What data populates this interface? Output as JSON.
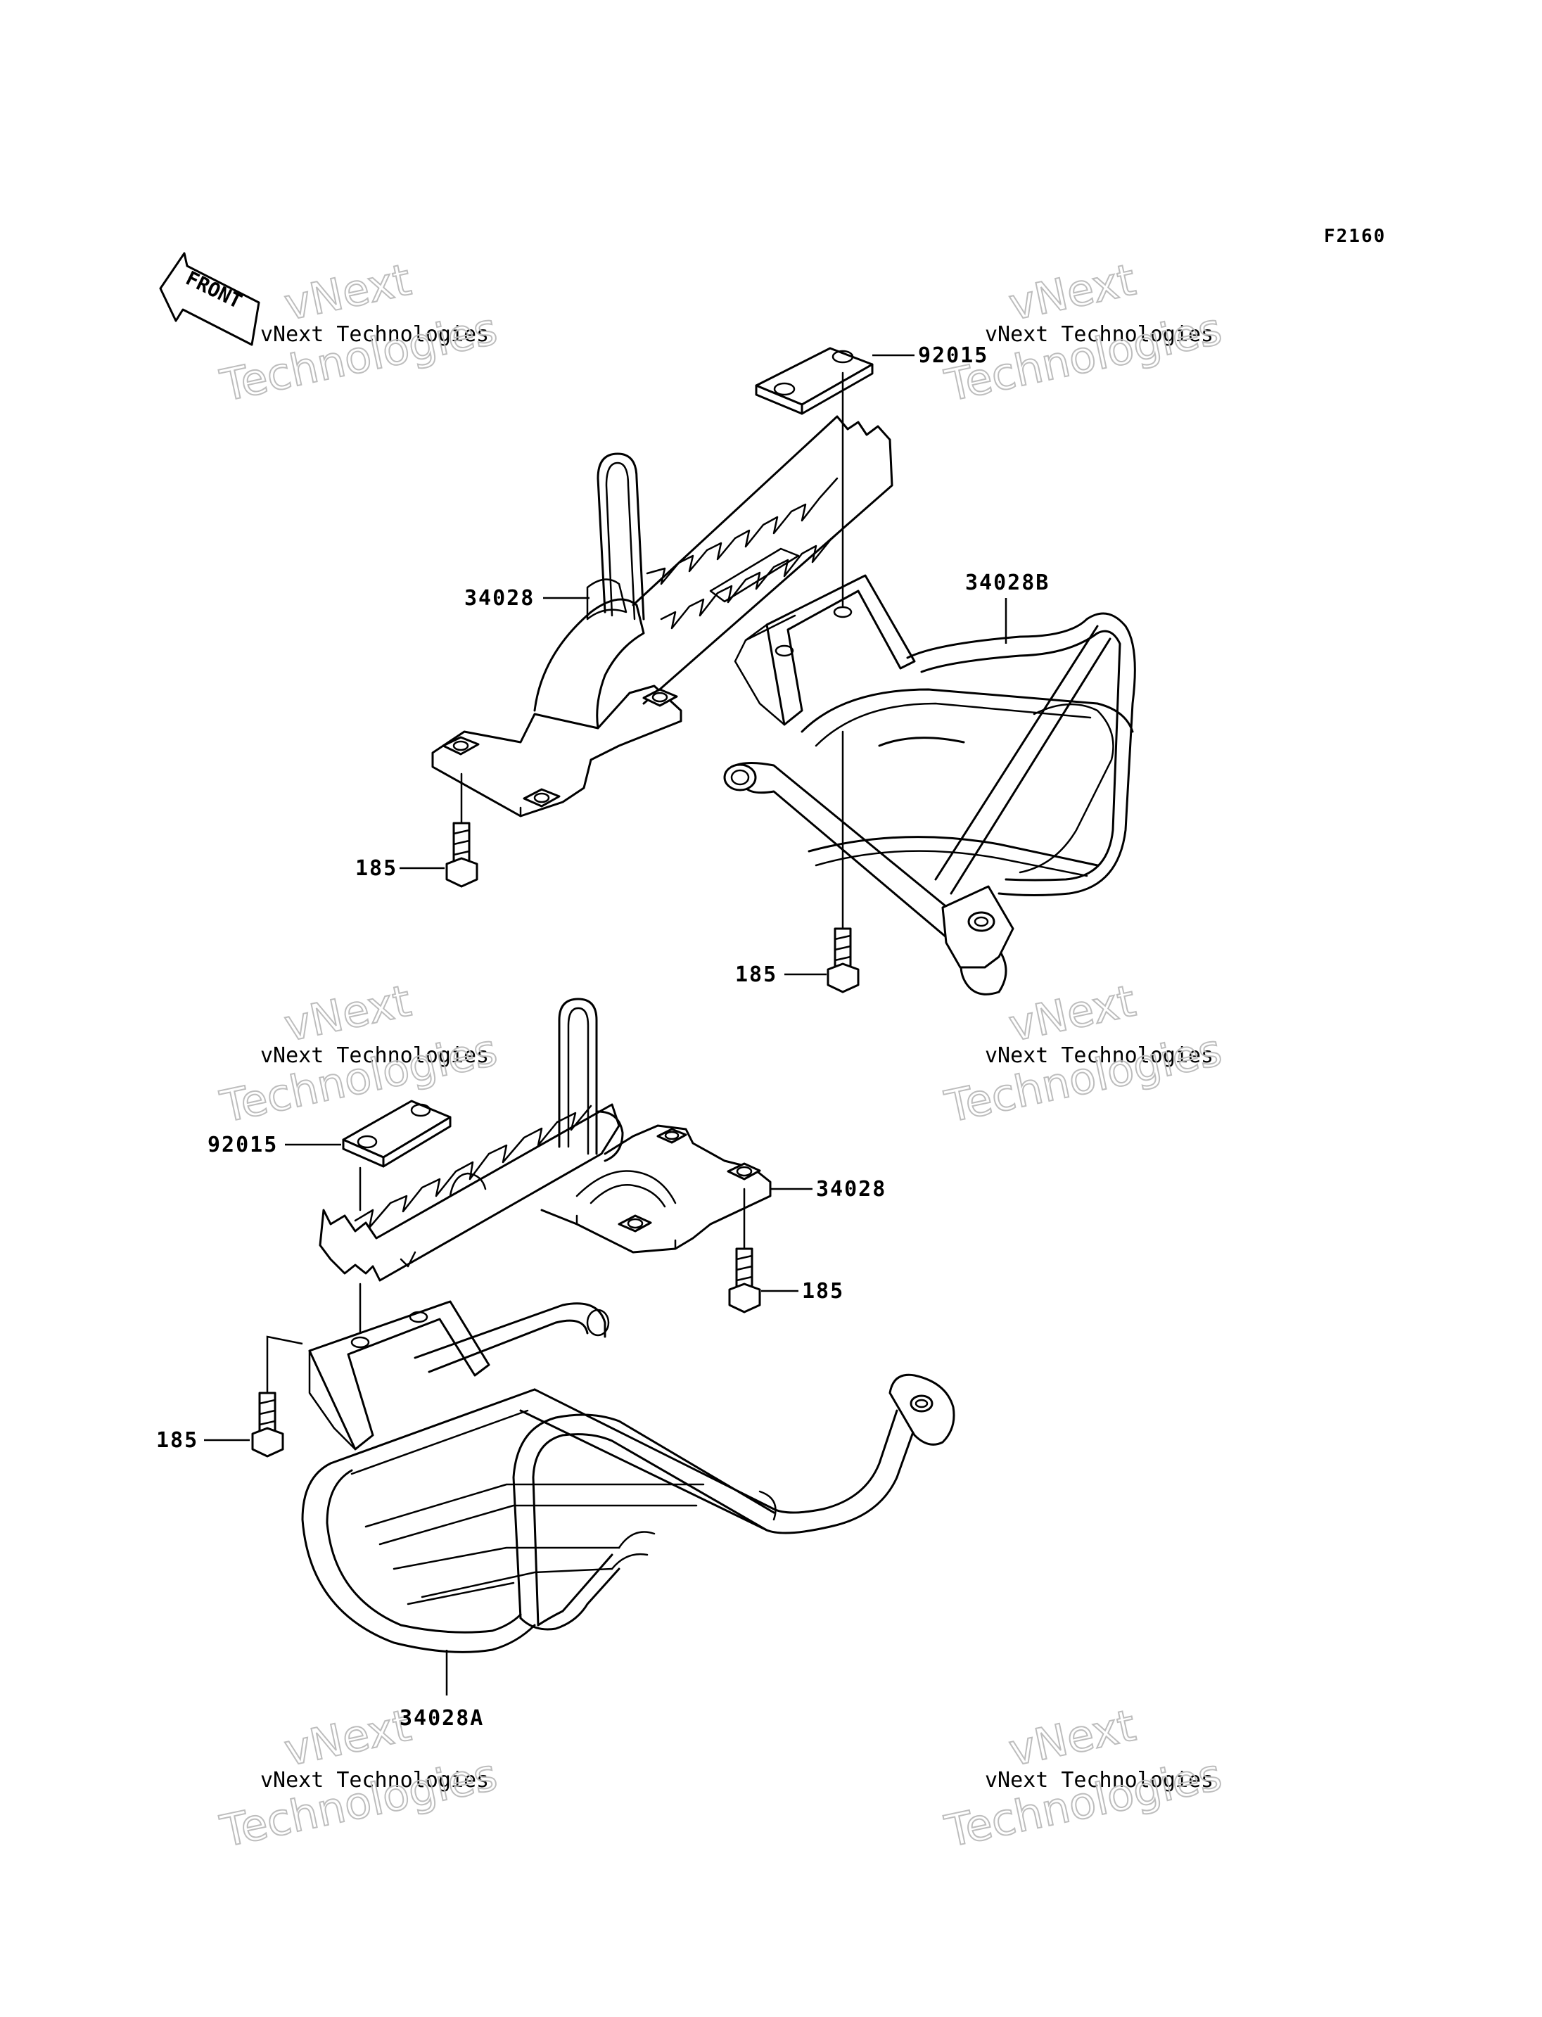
{
  "diagram_code": "F2160",
  "front_indicator": "FRONT",
  "watermarks": [
    {
      "line1": "vNext Technologies",
      "line2": "vNext",
      "line3": "Technologies"
    },
    {
      "line1": "vNext Technologies",
      "line2": "vNext",
      "line3": "Technologies"
    },
    {
      "line1": "vNext Technologies",
      "line2": "vNext",
      "line3": "Technologies"
    },
    {
      "line1": "vNext Technologies",
      "line2": "vNext",
      "line3": "Technologies"
    },
    {
      "line1": "vNext Technologies",
      "line2": "vNext",
      "line3": "Technologies"
    },
    {
      "line1": "vNext Technologies",
      "line2": "vNext",
      "line3": "Technologies"
    }
  ],
  "callouts": {
    "upper_footpeg": "34028",
    "upper_cover": "92015",
    "right_guard": "34028B",
    "upper_bolt": "185",
    "right_bolt": "185",
    "lower_cover": "92015",
    "lower_footpeg": "34028",
    "lower_bolt_right": "185",
    "lower_bolt_left": "185",
    "left_guard": "34028A"
  }
}
